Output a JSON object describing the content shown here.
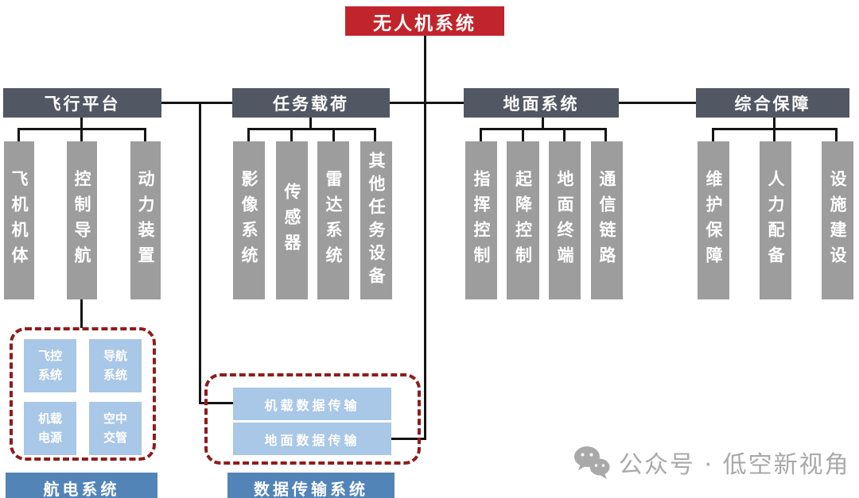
{
  "root": {
    "label": "无人机系统"
  },
  "branches": [
    {
      "label": "飞行平台",
      "children": [
        "飞机机体",
        "控制导航",
        "动力装置"
      ]
    },
    {
      "label": "任务载荷",
      "children": [
        "影像系统",
        "传感器",
        "雷达系统",
        "其他任务设备"
      ]
    },
    {
      "label": "地面系统",
      "children": [
        "指挥控制",
        "起降控制",
        "地面终端",
        "通信链路"
      ]
    },
    {
      "label": "综合保障",
      "children": [
        "维护保障",
        "人力配备",
        "设施建设"
      ]
    }
  ],
  "avionics": {
    "items": [
      "飞控系统",
      "导航系统",
      "机载电源",
      "空中交管"
    ],
    "caption": "航电系统"
  },
  "datalink": {
    "items": [
      "机载数据传输",
      "地面数据传输"
    ],
    "caption": "数据传输系统"
  },
  "watermark": {
    "icon": "wechat-icon",
    "label": "公众号 · 低空新视角"
  },
  "colors": {
    "root_bg": "#c2242b",
    "header_bg": "#515863",
    "column_bg": "#9d9d9d",
    "light_blue": "#a9c7e6",
    "caption_blue": "#5284b8",
    "dashed_border": "#8f1c1c",
    "line": "#141414",
    "watermark_gray": "#a9a9a9"
  }
}
